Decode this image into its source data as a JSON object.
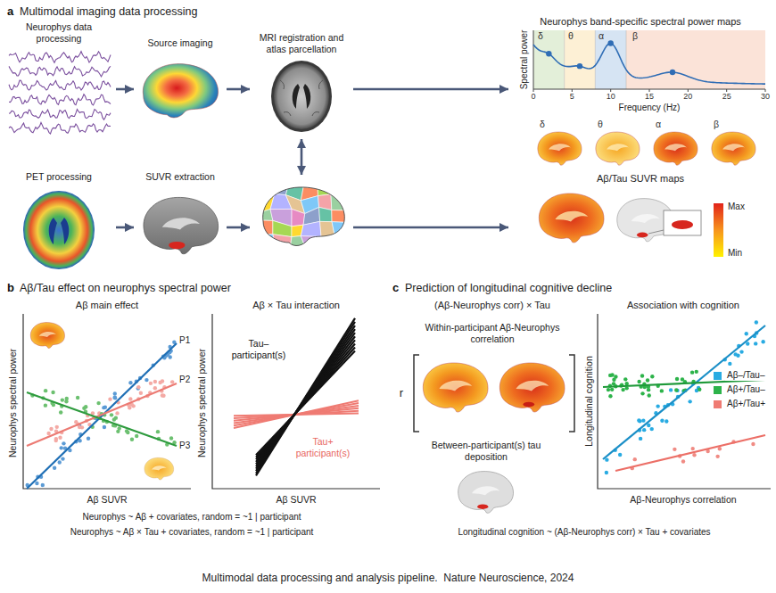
{
  "diagram": {
    "caption": "Multimodal data processing and analysis pipeline.  Nature Neuroscience, 2024",
    "nodes": [
      {
        "text": [
          "Neurophys data processing"
        ]
      },
      {
        "text": [
          "Source imaging"
        ]
      },
      {
        "text": [
          "MRI registration and atlas parcellation"
        ]
      },
      {
        "text": [
          "Neurophys band-specific spectral power maps"
        ]
      },
      {
        "text": [
          "PET processing"
        ]
      },
      {
        "text": [
          "SUVR extraction"
        ]
      },
      {
        "text": [
          "Aβ/Tau SUVR maps"
        ]
      }
    ],
    "edges": [
      {
        "from": 0,
        "to": 1,
        "arrow": "to"
      },
      {
        "from": 1,
        "to": 2,
        "arrow": "to"
      },
      {
        "from": 2,
        "to": 3,
        "arrow": "to"
      },
      {
        "from": 4,
        "to": 5,
        "arrow": "to"
      },
      {
        "from": 5,
        "to": 2,
        "arrow": "to"
      },
      {
        "from": 2,
        "to": 6,
        "arrow": "to"
      }
    ],
    "labels": [
      "a",
      "Multimodal imaging data processing",
      "Spectral power",
      "δ",
      "θ",
      "α",
      "β",
      "0",
      "5",
      "10",
      "15",
      "20",
      "25",
      "30",
      "Frequency (Hz)",
      "δ",
      "θ",
      "α",
      "β",
      "Max",
      "Min",
      "b",
      "Aβ/Tau effect on neurophys spectral power",
      "Aβ main effect",
      "Neurophys spectral power",
      "P1",
      "P2",
      "P3",
      "Aβ SUVR",
      "Aβ × Tau interaction",
      "Neurophys spectral power",
      "Tau– participant(s)",
      "Tau+ participant(s)",
      "Aβ SUVR",
      "Neurophys ~ Aβ + covariates, random = ~1 | participant",
      "Neurophys ~ Aβ × Tau + covariates, random = ~1 | participant",
      "c",
      "Prediction of longitudinal cognitive decline",
      "(Aβ-Neurophys corr) × Tau",
      "Within-participant Aβ-Neurophys correlation",
      "r",
      "Between-participant(s) tau deposition",
      "Association with cognition",
      "Longitudinal cognition",
      "Aβ-Neurophys correlation",
      "Longitudinal cognition ~ (Aβ-Neurophys corr) × Tau + covariates"
    ],
    "legend": [
      {
        "text": "Aβ–/Tau–",
        "color": "#29abe2"
      },
      {
        "text": "Aβ+/Tau–",
        "color": "#2db34a"
      },
      {
        "text": "Aβ+/Tau+",
        "color": "#ef7b73"
      }
    ]
  }
}
